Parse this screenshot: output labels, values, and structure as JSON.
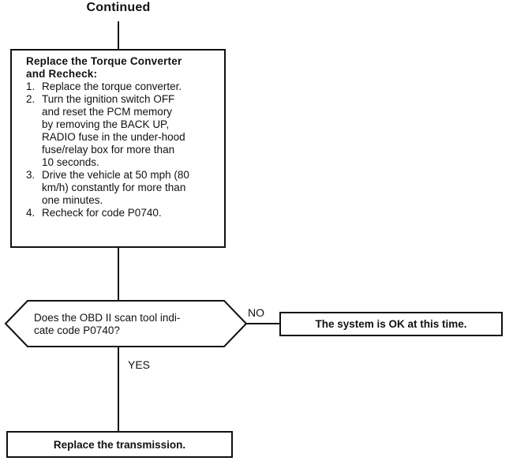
{
  "heading": "Continued",
  "procedure": {
    "title_line1": "Replace the Torque Converter",
    "title_line2": "and Recheck:",
    "steps": [
      {
        "num": "1.",
        "lines": [
          "Replace the torque converter."
        ]
      },
      {
        "num": "2.",
        "lines": [
          "Turn the ignition switch OFF",
          "and reset the PCM memory",
          "by removing the BACK UP,",
          "RADIO fuse in the under-hood",
          "fuse/relay box for more than",
          "10 seconds."
        ]
      },
      {
        "num": "3.",
        "lines": [
          "Drive the vehicle at 50 mph (80",
          "km/h) constantly for more than",
          "one minutes."
        ]
      },
      {
        "num": "4.",
        "lines": [
          "Recheck for code P0740."
        ]
      }
    ]
  },
  "decision": {
    "line1": "Does the OBD II scan tool indi-",
    "line2": "cate code P0740?"
  },
  "branches": {
    "no": "NO",
    "yes": "YES"
  },
  "ok_box": "The system is OK at this time.",
  "final_box": "Replace the transmission."
}
